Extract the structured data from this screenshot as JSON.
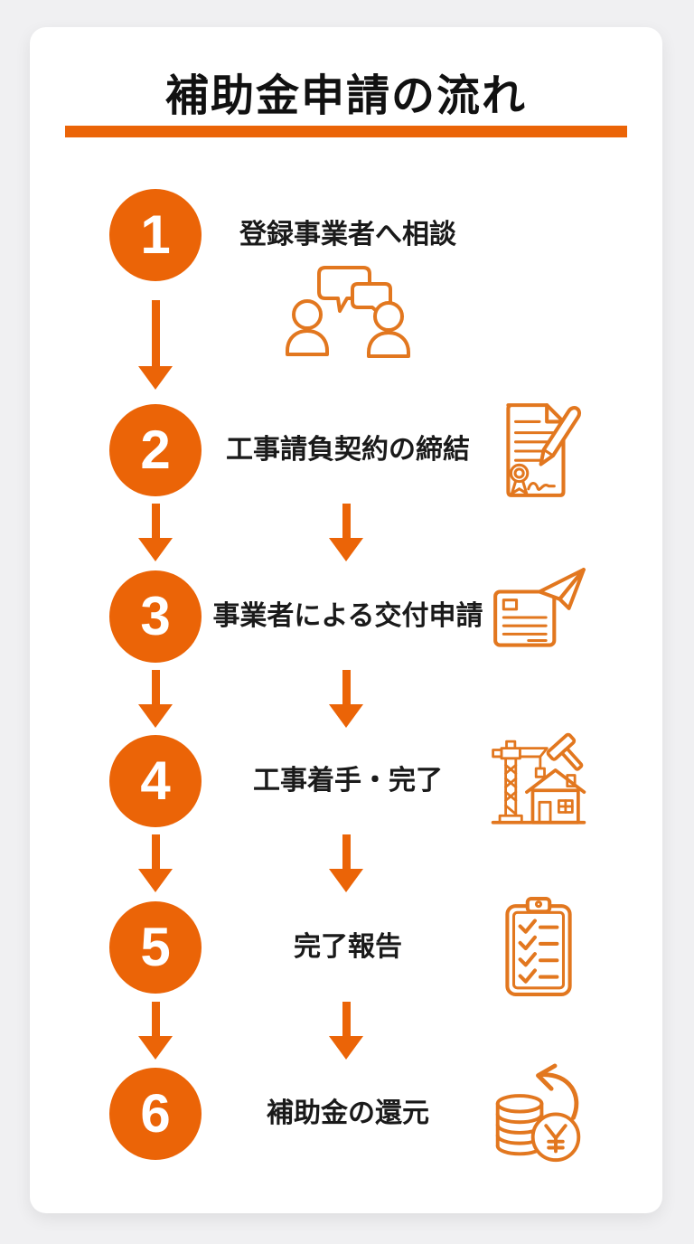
{
  "page": {
    "title": "補助金申請の流れ",
    "background_color": "#F0F0F2",
    "card_color": "#FFFFFF",
    "accent_color": "#EB6407",
    "icon_stroke_color": "#E2771F",
    "text_color": "#1A1A1A"
  },
  "steps": [
    {
      "number": "1",
      "label": "登録事業者へ相談",
      "icon": "consultation-icon"
    },
    {
      "number": "2",
      "label": "工事請負契約の締結",
      "icon": "contract-icon"
    },
    {
      "number": "3",
      "label": "事業者による交付申請",
      "icon": "grant-application-icon"
    },
    {
      "number": "4",
      "label": "工事着手・完了",
      "icon": "construction-icon"
    },
    {
      "number": "5",
      "label": "完了報告",
      "icon": "completion-report-icon"
    },
    {
      "number": "6",
      "label": "補助金の還元",
      "icon": "subsidy-refund-icon"
    }
  ]
}
